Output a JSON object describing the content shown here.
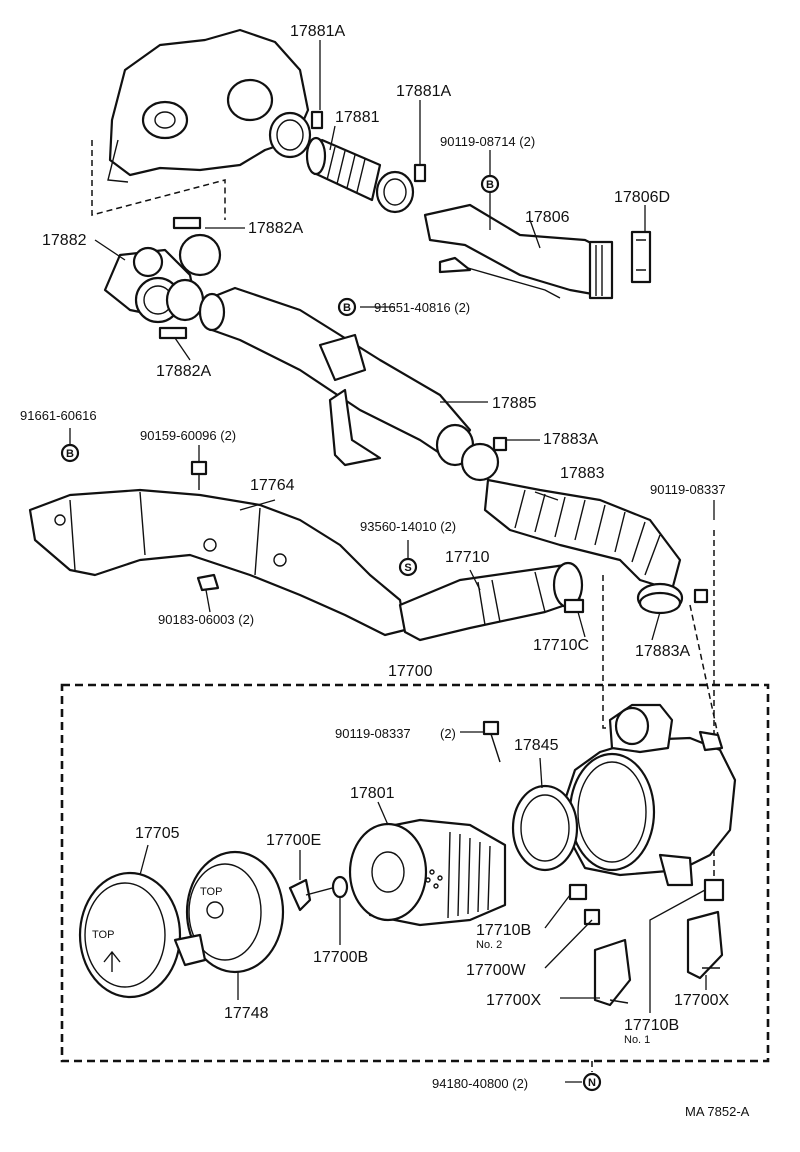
{
  "labels": {
    "p17881A_top": "17881A",
    "p17881": "17881",
    "p17881A_right": "17881A",
    "p90119_08714": "90119-08714  (2)",
    "p17806": "17806",
    "p17806D": "17806D",
    "p17882": "17882",
    "p17882A_top": "17882A",
    "p17882A_bottom": "17882A",
    "p91651_40816": "91651-40816  (2)",
    "p17885": "17885",
    "p91661_60616": "91661-60616",
    "p90159_60096": "90159-60096  (2)",
    "p17883A_top": "17883A",
    "p17883": "17883",
    "p90119_08337_top": "90119-08337",
    "p17764": "17764",
    "p93560_14010": "93560-14010  (2)",
    "p17710": "17710",
    "p90183_06003": "90183-06003  (2)",
    "p17710C": "17710C",
    "p17883A_bottom": "17883A",
    "p17700": "17700",
    "p90119_08337_mid": "90119-08337",
    "p90119_08337_mid_qty": "(2)",
    "p17845": "17845",
    "p17801": "17801",
    "p17705": "17705",
    "p17700E": "17700E",
    "p17700B": "17700B",
    "p17748": "17748",
    "p17710B_no2": "17710B",
    "p17710B_no2_sub": "No. 2",
    "p17700W": "17700W",
    "p17700X_left": "17700X",
    "p17700X_right": "17700X",
    "p17710B_no1": "17710B",
    "p17710B_no1_sub": "No. 1",
    "p94180_40800": "94180-40800  (2)",
    "figure_code": "MA 7852-A"
  },
  "markers": {
    "b": "B",
    "s": "S",
    "n": "N"
  },
  "cap_text": "TOP"
}
